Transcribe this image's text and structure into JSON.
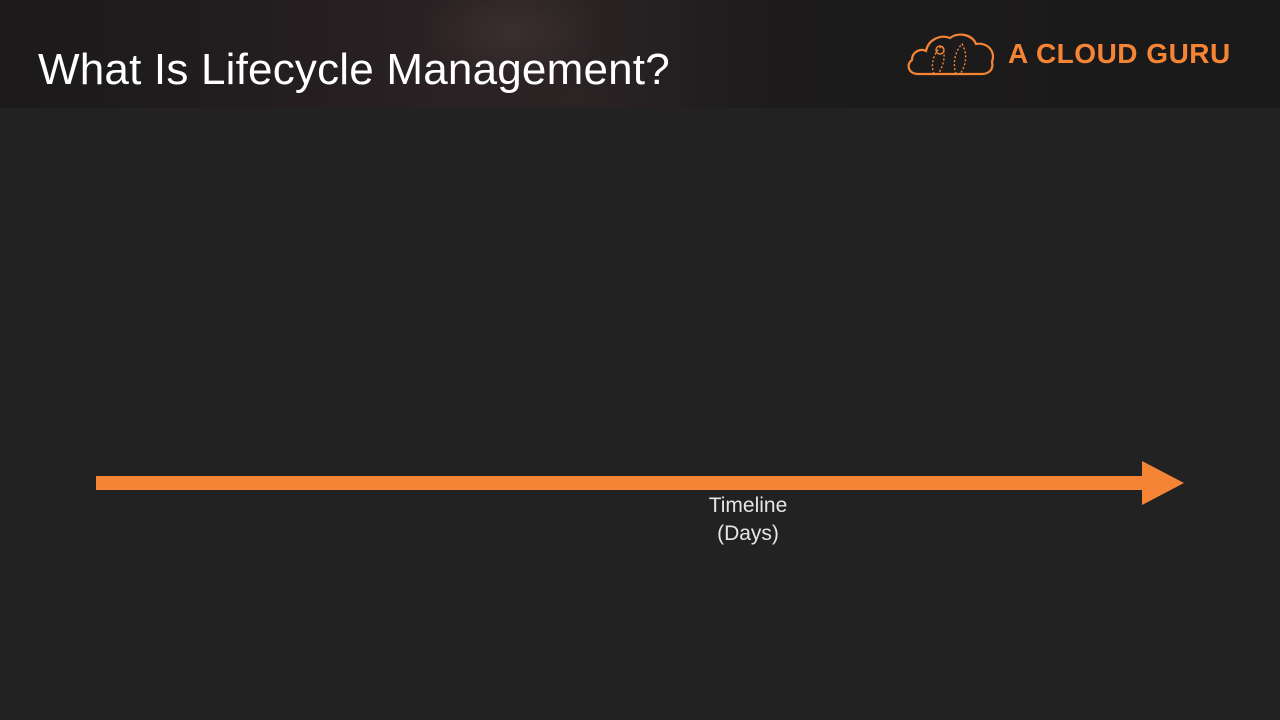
{
  "slide": {
    "title": "What Is Lifecycle Management?",
    "brand": {
      "name": "A CLOUD GURU",
      "logo_icon": "cloud-logo-icon",
      "color": "#f58534"
    },
    "timeline": {
      "label_line1": "Timeline",
      "label_line2": "(Days)",
      "arrow_color": "#f58534"
    }
  }
}
